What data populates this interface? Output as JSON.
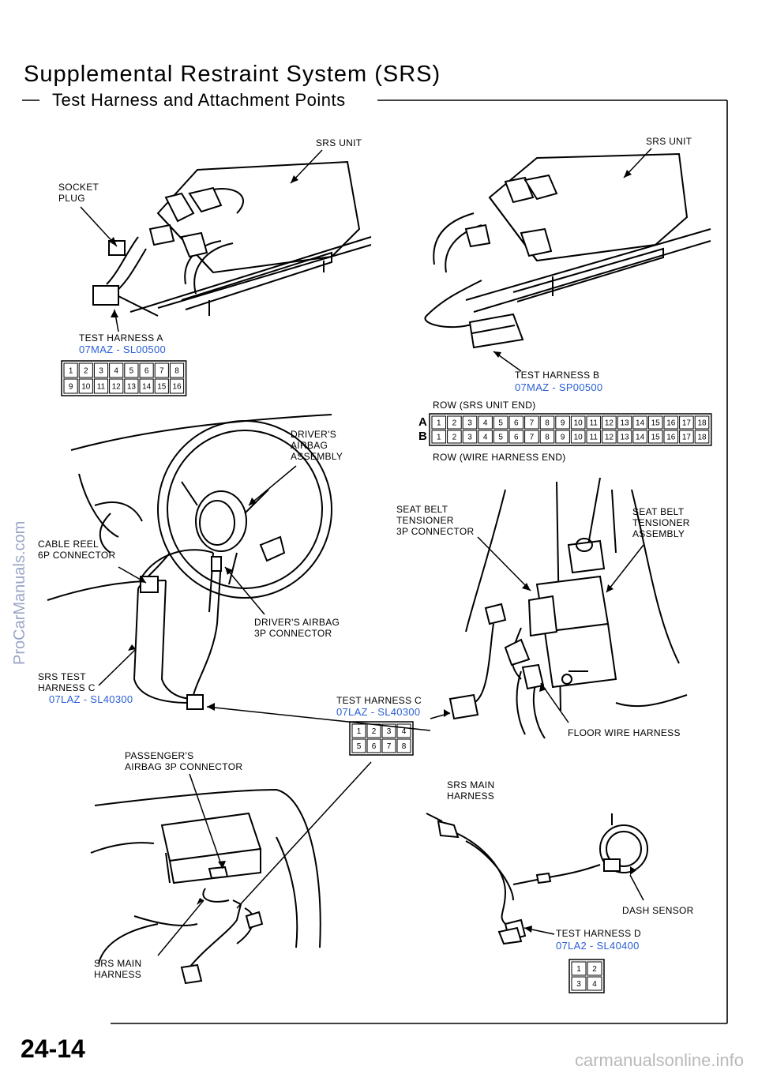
{
  "title": "Supplemental Restraint System (SRS)",
  "subtitle": "Test Harness and Attachment Points",
  "page_number": "24-14",
  "watermarks": {
    "left": "ProCarManuals.com",
    "bottom": "carmanualsonline.info"
  },
  "labels": {
    "srs_unit_left": "SRS UNIT",
    "srs_unit_right": "SRS UNIT",
    "socket_plug": "SOCKET\nPLUG",
    "test_harness_a": "TEST HARNESS A",
    "test_harness_a_code": "07MAZ - SL00500",
    "test_harness_b": "TEST HARNESS B",
    "test_harness_b_code": "07MAZ - SP00500",
    "row_srs_unit_end": "ROW (SRS UNIT END)",
    "row_wire_harness_end": "ROW (WIRE HARNESS END)",
    "drivers_airbag_assembly": "DRIVER'S\nAIRBAG\nASSEMBLY",
    "cable_reel": "CABLE REEL\n6P CONNECTOR",
    "drivers_airbag_connector": "DRIVER'S AIRBAG\n3P CONNECTOR",
    "srs_test_harness_c": "SRS TEST\nHARNESS C",
    "srs_test_harness_c_code": "07LAZ - SL40300",
    "test_harness_c": "TEST HARNESS C",
    "test_harness_c_code": "07LAZ - SL40300",
    "seat_belt_tensioner_connector": "SEAT BELT\nTENSIONER\n3P CONNECTOR",
    "seat_belt_tensioner_assembly": "SEAT BELT\nTENSIONER\nASSEMBLY",
    "floor_wire_harness": "FLOOR WIRE HARNESS",
    "passengers_airbag_connector": "PASSENGER'S\nAIRBAG 3P CONNECTOR",
    "srs_main_harness_right": "SRS MAIN\nHARNESS",
    "srs_main_harness_left": "SRS MAIN\nHARNESS",
    "dash_sensor": "DASH SENSOR",
    "test_harness_d": "TEST HARNESS D",
    "test_harness_d_code": "07LA2 - SL40400"
  },
  "pin_grids": {
    "harness_a": {
      "rows": [
        [
          "1",
          "2",
          "3",
          "4",
          "5",
          "6",
          "7",
          "8"
        ],
        [
          "9",
          "10",
          "11",
          "12",
          "13",
          "14",
          "15",
          "16"
        ]
      ]
    },
    "harness_b": {
      "row_labels": [
        "A",
        "B"
      ],
      "rows": [
        [
          "1",
          "2",
          "3",
          "4",
          "5",
          "6",
          "7",
          "8",
          "9",
          "10",
          "11",
          "12",
          "13",
          "14",
          "15",
          "16",
          "17",
          "18"
        ],
        [
          "1",
          "2",
          "3",
          "4",
          "5",
          "6",
          "7",
          "8",
          "9",
          "10",
          "11",
          "12",
          "13",
          "14",
          "15",
          "16",
          "17",
          "18"
        ]
      ]
    },
    "harness_c": {
      "rows": [
        [
          "1",
          "2",
          "3",
          "4"
        ],
        [
          "5",
          "6",
          "7",
          "8"
        ]
      ]
    },
    "harness_d": {
      "rows": [
        [
          "1",
          "2"
        ],
        [
          "3",
          "4"
        ]
      ]
    }
  }
}
